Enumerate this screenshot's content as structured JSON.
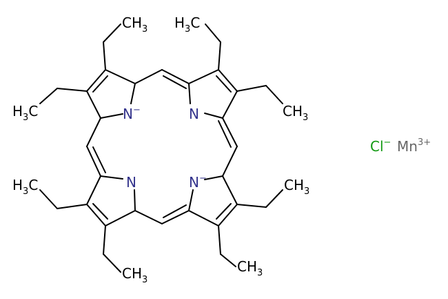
{
  "molecule": {
    "colors": {
      "carbon": "#000000",
      "nitrogen": "#33338C",
      "chlorine": "#119911",
      "manganese": "#666666"
    },
    "atoms": {
      "n_top_left": {
        "element": "N",
        "charge": "−"
      },
      "n_top_right": {
        "element": "N",
        "charge": ""
      },
      "n_bottom_left": {
        "element": "N",
        "charge": ""
      },
      "n_bottom_right": {
        "element": "N",
        "charge": "−"
      }
    },
    "methyl_groups": {
      "m1": {
        "text": "CH",
        "sub": "3"
      },
      "m2": {
        "text": "H",
        "sub": "3",
        "tail": "C"
      },
      "m3": {
        "text": "H",
        "sub": "3",
        "tail": "C"
      },
      "m4": {
        "text": "CH",
        "sub": "3"
      },
      "m5": {
        "text": "H",
        "sub": "3",
        "tail": "C"
      },
      "m6": {
        "text": "CH",
        "sub": "3"
      },
      "m7": {
        "text": "CH",
        "sub": "3"
      },
      "m8": {
        "text": "CH",
        "sub": "3"
      }
    },
    "ions": {
      "chloride": {
        "symbol": "Cl",
        "charge": "−"
      },
      "manganese": {
        "symbol": "Mn",
        "charge": "3+"
      }
    }
  }
}
